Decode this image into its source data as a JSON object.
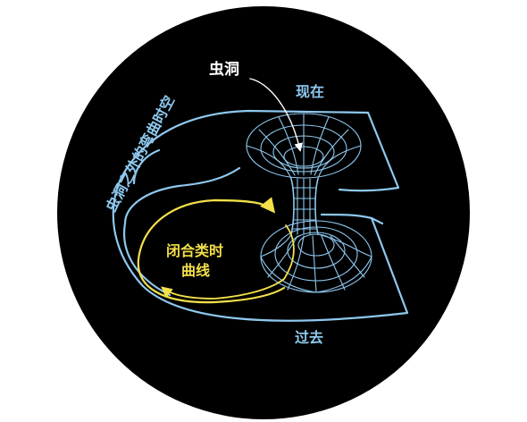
{
  "labels": {
    "wormhole": "虫洞",
    "present": "现在",
    "past": "过去",
    "curved_spacetime": "虫洞之外的弯曲时空",
    "ctc_line1": "闭合类时",
    "ctc_line2": "曲线"
  },
  "colors": {
    "background": "#000000",
    "sheet": "#8ec8ee",
    "wormhole_mesh": "#8ec8ee",
    "curve": "#f3e04a",
    "wormhole_label": "#ffffff"
  }
}
